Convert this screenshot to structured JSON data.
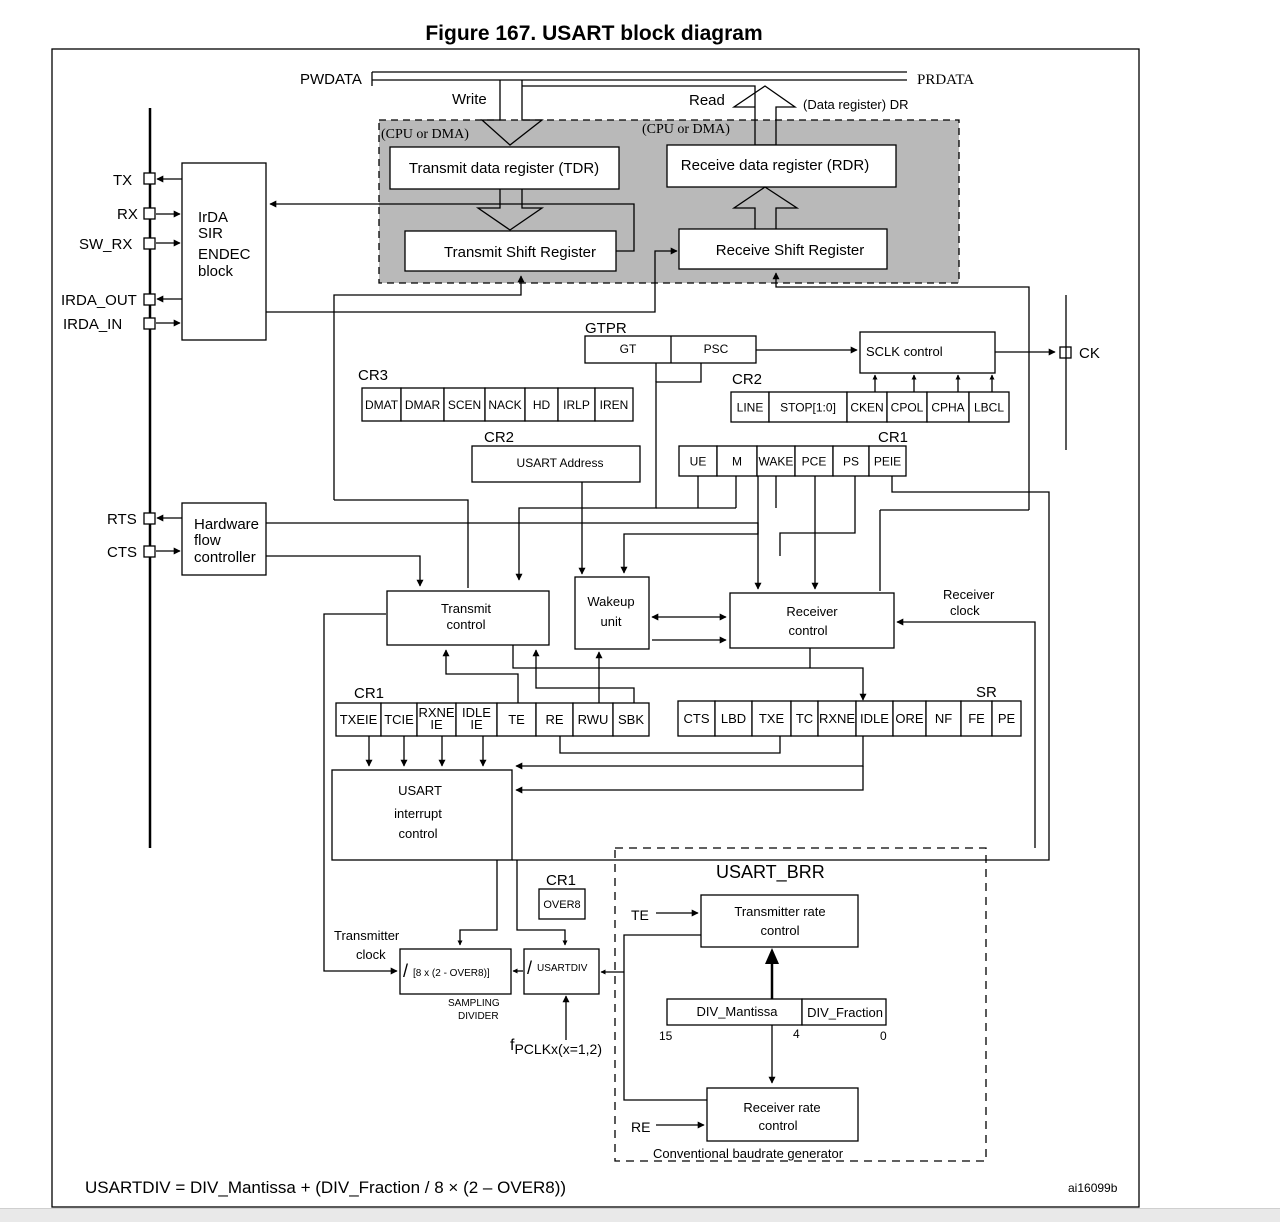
{
  "figure_title": "Figure 167. USART block diagram",
  "figure_id": "ai16099b",
  "formula": "USARTDIV = DIV_Mantissa + (DIV_Fraction / 8 × (2 – OVER8))",
  "bus": {
    "pwdata": "PWDATA",
    "prdata": "PRDATA",
    "write": "Write",
    "read": "Read",
    "data_register": "(Data register) DR",
    "cpu_dma_left": "(CPU or DMA)",
    "cpu_dma_right": "(CPU or DMA)"
  },
  "registers": {
    "tdr": "Transmit data register (TDR)",
    "rdr": "Receive data register (RDR)",
    "tsr": "Transmit Shift Register",
    "rsr": "Receive Shift Register"
  },
  "pins": {
    "tx": "TX",
    "rx": "RX",
    "sw_rx": "SW_RX",
    "irda_out": "IRDA_OUT",
    "irda_in": "IRDA_IN",
    "rts": "RTS",
    "cts": "CTS",
    "ck": "CK"
  },
  "irda": {
    "l1": "IrDA",
    "l2": "SIR",
    "l3": "ENDEC",
    "l4": "block"
  },
  "hwflow": {
    "l1": "Hardware",
    "l2": "flow",
    "l3": "controller"
  },
  "gtpr": {
    "label": "GTPR",
    "gt": "GT",
    "psc": "PSC"
  },
  "sclk": "SCLK control",
  "cr3": {
    "label": "CR3",
    "bits": [
      "DMAT",
      "DMAR",
      "SCEN",
      "NACK",
      "HD",
      "IRLP",
      "IREN"
    ]
  },
  "cr2_top": {
    "label": "CR2",
    "bits": [
      "LINE",
      "STOP[1:0]",
      "CKEN",
      "CPOL",
      "CPHA",
      "LBCL"
    ]
  },
  "cr2_addr": {
    "label": "CR2",
    "address": "USART Address"
  },
  "cr1_top": {
    "label": "CR1",
    "bits": [
      "UE",
      "M",
      "WAKE",
      "PCE",
      "PS",
      "PEIE"
    ]
  },
  "transmit_control": {
    "l1": "Transmit",
    "l2": "control"
  },
  "wakeup_unit": {
    "l1": "Wakeup",
    "l2": "unit"
  },
  "receiver_control": {
    "l1": "Receiver",
    "l2": "control"
  },
  "receiver_clock": {
    "l1": "Receiver",
    "l2": "clock"
  },
  "cr1_mid": {
    "label": "CR1",
    "bits": [
      "TXEIE",
      "TCIE",
      "RXNE IE",
      "IDLE IE",
      "TE",
      "RE",
      "RWU",
      "SBK"
    ]
  },
  "sr": {
    "label": "SR",
    "bits": [
      "CTS",
      "LBD",
      "TXE",
      "TC",
      "RXNE",
      "IDLE",
      "ORE",
      "NF",
      "FE",
      "PE"
    ]
  },
  "interrupt": {
    "l1": "USART",
    "l2": "interrupt",
    "l3": "control"
  },
  "brr": {
    "label": "USART_BRR",
    "tx_rate": {
      "l1": "Transmitter rate",
      "l2": "control"
    },
    "rx_rate": {
      "l1": "Receiver rate",
      "l2": "control"
    },
    "te": "TE",
    "re": "RE",
    "div_mantissa": "DIV_Mantissa",
    "div_fraction": "DIV_Fraction",
    "bit15": "15",
    "bit4": "4",
    "bit0": "0",
    "conventional": "Conventional baudrate generator"
  },
  "cr1_over8": {
    "label": "CR1",
    "bit": "OVER8"
  },
  "transmitter_clock": {
    "l1": "Transmitter",
    "l2": "clock"
  },
  "sampling": {
    "divider_text": "[8 x (2 - OVER8)]",
    "slash": "/",
    "usartdiv": "USARTDIV",
    "l1": "SAMPLING",
    "l2": "DIVIDER"
  },
  "fpclk": {
    "f": "f",
    "sub": "PCLKx(x=1,2)"
  }
}
